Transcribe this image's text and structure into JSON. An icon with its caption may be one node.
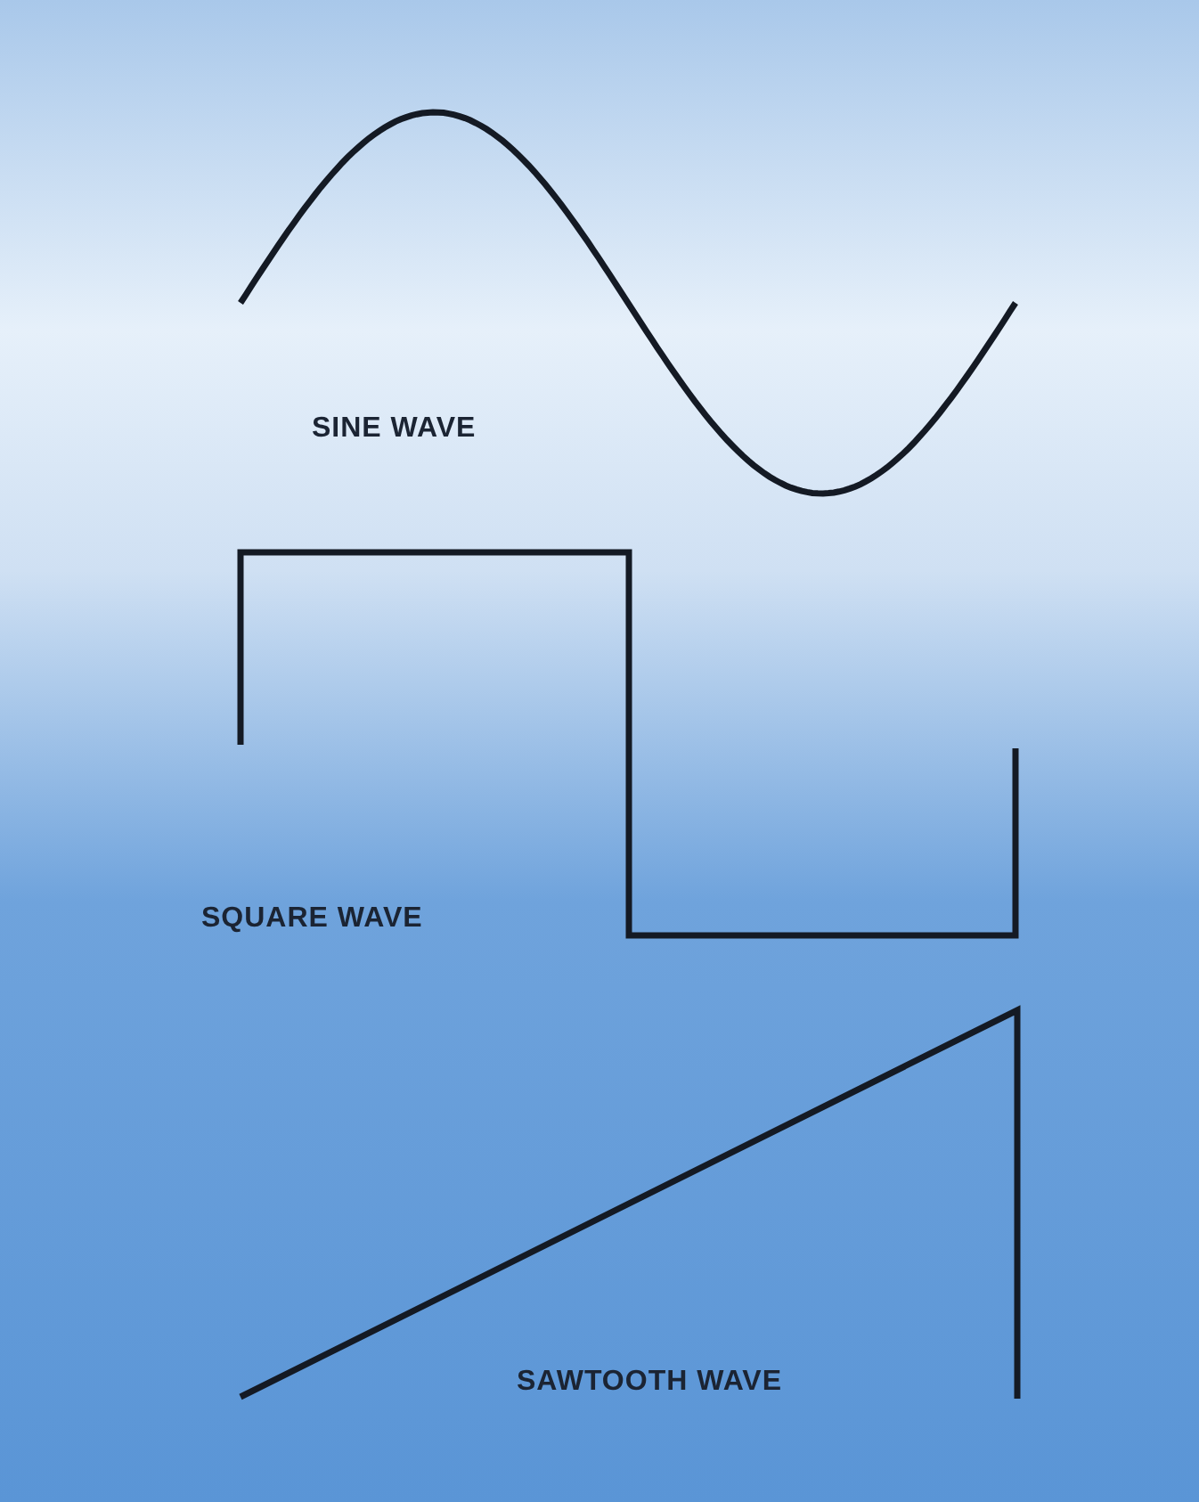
{
  "diagram": {
    "labels": [
      "SINE WAVE",
      "SQUARE WAVE",
      "SAWTOOTH WAVE"
    ]
  }
}
